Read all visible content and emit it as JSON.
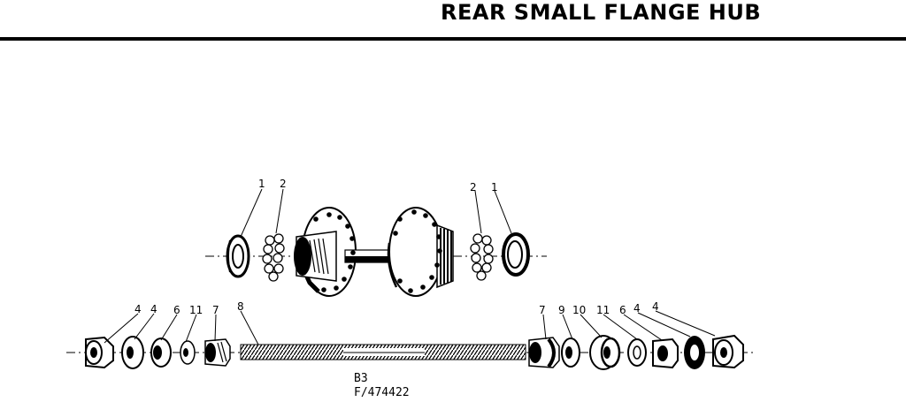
{
  "title": "REAR SMALL FLANGE HUB",
  "model_code": "B3",
  "part_number": "F/474422",
  "callouts": {
    "hub_left": [
      "1",
      "2"
    ],
    "hub_right": [
      "2",
      "1"
    ],
    "axle_left": [
      "4",
      "4",
      "6",
      "11",
      "7",
      "8"
    ],
    "axle_right": [
      "7",
      "9",
      "10",
      "11",
      "6",
      "4",
      "4"
    ]
  }
}
